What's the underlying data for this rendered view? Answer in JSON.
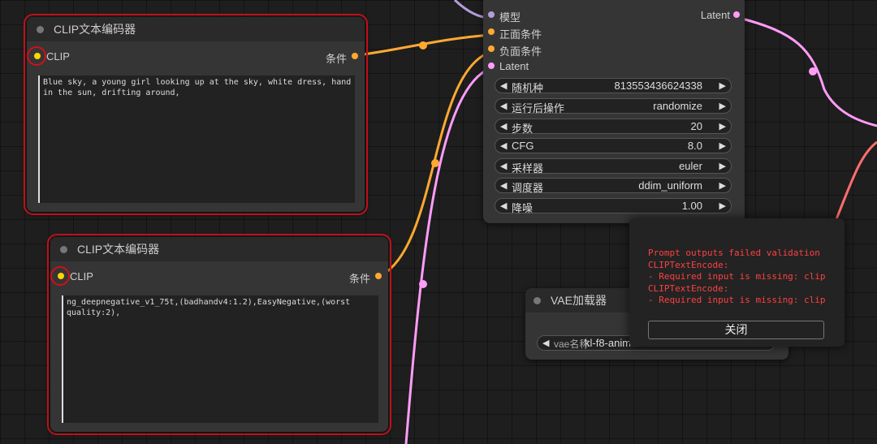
{
  "clip_node_1": {
    "title": "CLIP文本编码器",
    "input_label": "CLIP",
    "output_label": "条件",
    "text": "Blue sky, a young girl looking up at the sky, white dress, hand in the sun, drifting around,"
  },
  "clip_node_2": {
    "title": "CLIP文本编码器",
    "input_label": "CLIP",
    "output_label": "条件",
    "text": "ng_deepnegative_v1_75t,(badhandv4:1.2),EasyNegative,(worst quality:2),"
  },
  "ksampler": {
    "inputs": [
      "模型",
      "正面条件",
      "负面条件",
      "Latent"
    ],
    "output_label": "Latent",
    "widgets": [
      {
        "label": "随机种",
        "value": "813553436624338"
      },
      {
        "label": "运行后操作",
        "value": "randomize"
      },
      {
        "label": "步数",
        "value": "20"
      },
      {
        "label": "CFG",
        "value": "8.0"
      },
      {
        "label": "采样器",
        "value": "euler"
      },
      {
        "label": "调度器",
        "value": "ddim_uniform"
      },
      {
        "label": "降噪",
        "value": "1.00"
      }
    ]
  },
  "vae_node": {
    "title": "VAE加载器",
    "widget_label": "vae名称",
    "widget_value": "kl-f8-anime2"
  },
  "error_dialog": {
    "lines": [
      "Prompt outputs failed validation",
      "CLIPTextEncode:",
      "- Required input is missing: clip",
      "CLIPTextEncode:",
      "- Required input is missing: clip"
    ],
    "close_label": "关闭"
  },
  "colors": {
    "conditioning": "#ffa931",
    "latent": "#ff9cf9",
    "clip": "#ffd400",
    "model": "#b39ddb",
    "vae": "#ff6e6e",
    "error": "#ff4040"
  }
}
